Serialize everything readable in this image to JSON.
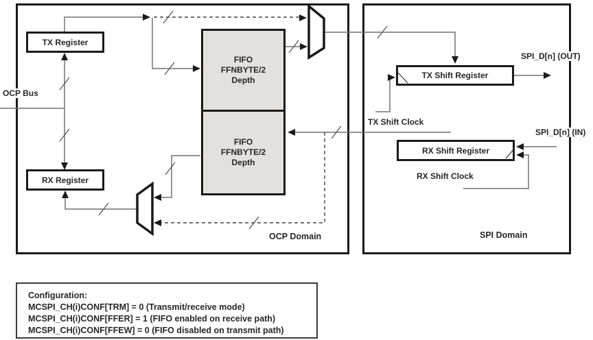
{
  "ocp": {
    "label": "OCP Domain",
    "bus_label": "OCP Bus",
    "tx_register": "TX Register",
    "rx_register": "RX Register",
    "fifo": {
      "line1": "FIFO",
      "line2": "FFNBYTE/2",
      "line3": "Depth"
    }
  },
  "spi": {
    "label": "SPI Domain",
    "tx_shift_register": "TX Shift Register",
    "rx_shift_register": "RX Shift Register",
    "tx_shift_clock": "TX Shift Clock",
    "rx_shift_clock": "RX Shift Clock",
    "spi_d_out": "SPI_D[n] (OUT)",
    "spi_d_in": "SPI_D[n] (IN)"
  },
  "configuration": {
    "title": "Configuration:",
    "lines": [
      "MCSPI_CH(i)CONF[TRM] = 0 (Transmit/receive mode)",
      "MCSPI_CH(i)CONF[FFER] = 1 (FIFO enabled on receive path)",
      "MCSPI_CH(i)CONF[FFEW] = 0 (FIFO disabled on transmit path)"
    ]
  },
  "colors": {
    "wire": "#707070",
    "dashed_wire": "#404040",
    "arrow": "#1a1a1a",
    "fifo_fill": "#e2e1df",
    "border": "#1a1a1a"
  }
}
